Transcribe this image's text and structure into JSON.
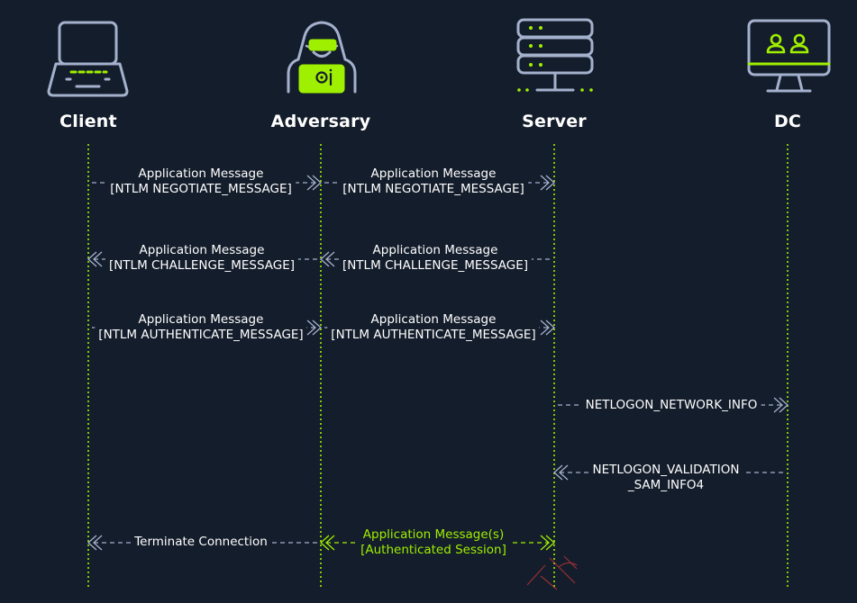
{
  "colors": {
    "background": "#141d2b",
    "lifeline": "#9fef00",
    "arrow": "#a4b1cd",
    "text": "#ffffff",
    "accent": "#9fef00",
    "watermark": "#ff3e3e"
  },
  "actors": {
    "client": {
      "label": "Client",
      "icon": "laptop-icon"
    },
    "adversary": {
      "label": "Adversary",
      "icon": "hooded-hacker-icon"
    },
    "server": {
      "label": "Server",
      "icon": "server-rack-icon"
    },
    "dc": {
      "label": "DC",
      "icon": "monitor-users-icon"
    }
  },
  "messages": {
    "negotiate_1": {
      "line1": "Application Message",
      "line2": "[NTLM NEGOTIATE_MESSAGE]",
      "from": "Client",
      "to": "Adversary"
    },
    "negotiate_2": {
      "line1": "Application Message",
      "line2": "[NTLM NEGOTIATE_MESSAGE]",
      "from": "Adversary",
      "to": "Server"
    },
    "challenge_1": {
      "line1": "Application Message",
      "line2": "[NTLM CHALLENGE_MESSAGE]",
      "from": "Adversary",
      "to": "Client"
    },
    "challenge_2": {
      "line1": "Application Message",
      "line2": "[NTLM CHALLENGE_MESSAGE]",
      "from": "Server",
      "to": "Adversary"
    },
    "authenticate_1": {
      "line1": "Application Message",
      "line2": "[NTLM AUTHENTICATE_MESSAGE]",
      "from": "Client",
      "to": "Adversary"
    },
    "authenticate_2": {
      "line1": "Application Message",
      "line2": "[NTLM AUTHENTICATE_MESSAGE]",
      "from": "Adversary",
      "to": "Server"
    },
    "netlogon_info": {
      "line1": "NETLOGON_NETWORK_INFO",
      "from": "Server",
      "to": "DC"
    },
    "netlogon_validation": {
      "line1": "NETLOGON_VALIDATION",
      "line2": "_SAM_INFO4",
      "from": "DC",
      "to": "Server"
    },
    "terminate": {
      "line1": "Terminate Connection",
      "from": "Adversary",
      "to": "Client"
    },
    "session": {
      "line1": "Application Message(s)",
      "line2": "[Authenticated Session]",
      "between": [
        "Adversary",
        "Server"
      ]
    }
  }
}
